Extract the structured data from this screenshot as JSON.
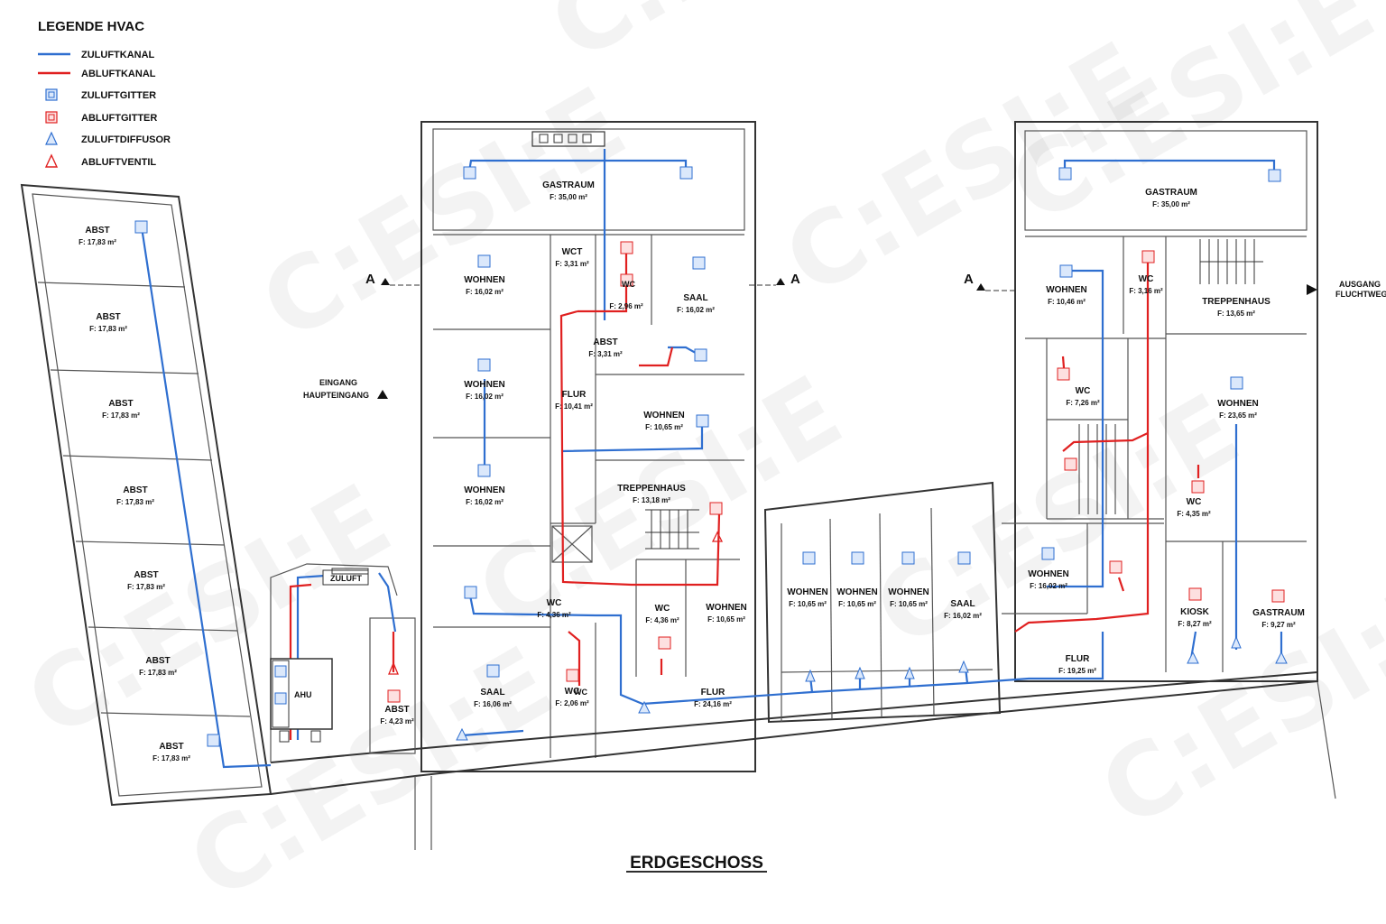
{
  "legend": {
    "title": "LEGENDE HVAC",
    "items": [
      {
        "label": "ZULUFTKANAL",
        "icon": "supply-duct-line",
        "color": "#2f6fd0"
      },
      {
        "label": "ABLUFTKANAL",
        "icon": "exhaust-duct-line",
        "color": "#e02020"
      },
      {
        "label": "ZULUFTGITTER",
        "icon": "supply-grille-icon",
        "color": "#2f6fd0"
      },
      {
        "label": "ABLUFTGITTER",
        "icon": "exhaust-grille-icon",
        "color": "#e02020"
      },
      {
        "label": "ZULUFTDIFFUSOR",
        "icon": "supply-diffuser-icon",
        "color": "#2f6fd0"
      },
      {
        "label": "ABLUFTVENTIL",
        "icon": "exhaust-valve-icon",
        "color": "#e02020"
      }
    ]
  },
  "title": "ERDGESCHOSS",
  "colors": {
    "supply": "#2f6fd0",
    "exhaust": "#e02020",
    "wall": "#333333"
  },
  "labels": {
    "eingang": "EINGANG",
    "haupteingang": "HAUPTEINGANG",
    "ausgang": "AUSGANG",
    "fluchtweg": "FLUCHTWEG",
    "section": "A",
    "ahu": "AHU",
    "zuluft": "ZULUFT",
    "wc_short": "WC"
  },
  "rooms": [
    {
      "name": "ABST",
      "area": "F: 17,83 m²"
    },
    {
      "name": "ABST",
      "area": "F: 17,83 m²"
    },
    {
      "name": "ABST",
      "area": "F: 17,83 m²"
    },
    {
      "name": "ABST",
      "area": "F: 17,83 m²"
    },
    {
      "name": "ABST",
      "area": "F: 17,83 m²"
    },
    {
      "name": "ABST",
      "area": "F: 17,83 m²"
    },
    {
      "name": "ABST",
      "area": "F: 17,83 m²"
    },
    {
      "name": "GASTRAUM",
      "area": "F: 35,00 m²"
    },
    {
      "name": "WOHNEN",
      "area": "F: 16,02 m²"
    },
    {
      "name": "WCT",
      "area": "F: 3,31 m²"
    },
    {
      "name": "",
      "area": "F: 2,96 m²"
    },
    {
      "name": "SAAL",
      "area": "F: 16,02 m²"
    },
    {
      "name": "ABST",
      "area": "F: 3,31 m²"
    },
    {
      "name": "WOHNEN",
      "area": "F: 16,02 m²"
    },
    {
      "name": "FLUR",
      "area": "F: 10,41 m²"
    },
    {
      "name": "WOHNEN",
      "area": "F: 10,65 m²"
    },
    {
      "name": "WOHNEN",
      "area": "F: 16,02 m²"
    },
    {
      "name": "TREPPENHAUS",
      "area": "F: 13,18 m²"
    },
    {
      "name": "WC",
      "area": "F: 4,36 m²"
    },
    {
      "name": "WC",
      "area": "F: 4,36 m²"
    },
    {
      "name": "WOHNEN",
      "area": "F: 10,65 m²"
    },
    {
      "name": "SAAL",
      "area": "F: 16,06 m²"
    },
    {
      "name": "WC",
      "area": "F: 2,06 m²"
    },
    {
      "name": "ABST",
      "area": "F: 4,23 m²"
    },
    {
      "name": "FLUR",
      "area": "F: 24,16 m²"
    },
    {
      "name": "WOHNEN",
      "area": "F: 10,65 m²"
    },
    {
      "name": "WOHNEN",
      "area": "F: 10,65 m²"
    },
    {
      "name": "WOHNEN",
      "area": "F: 10,65 m²"
    },
    {
      "name": "SAAL",
      "area": "F: 16,02 m²"
    },
    {
      "name": "GASTRAUM",
      "area": "F: 35,00 m²"
    },
    {
      "name": "WOHNEN",
      "area": "F: 10,46 m²"
    },
    {
      "name": "WC",
      "area": "F: 3,16 m²"
    },
    {
      "name": "TREPPENHAUS",
      "area": "F: 13,65 m²"
    },
    {
      "name": "WC",
      "area": "F: 7,26 m²"
    },
    {
      "name": "WOHNEN",
      "area": "F: 23,65 m²"
    },
    {
      "name": "WC",
      "area": "F: 4,35 m²"
    },
    {
      "name": "WOHNEN",
      "area": "F: 16,02 m²"
    },
    {
      "name": "KIOSK",
      "area": "F: 8,27 m²"
    },
    {
      "name": "GASTRAUM",
      "area": "F: 9,27 m²"
    },
    {
      "name": "FLUR",
      "area": "F: 19,25 m²"
    }
  ],
  "watermark": "C:ESI:E"
}
